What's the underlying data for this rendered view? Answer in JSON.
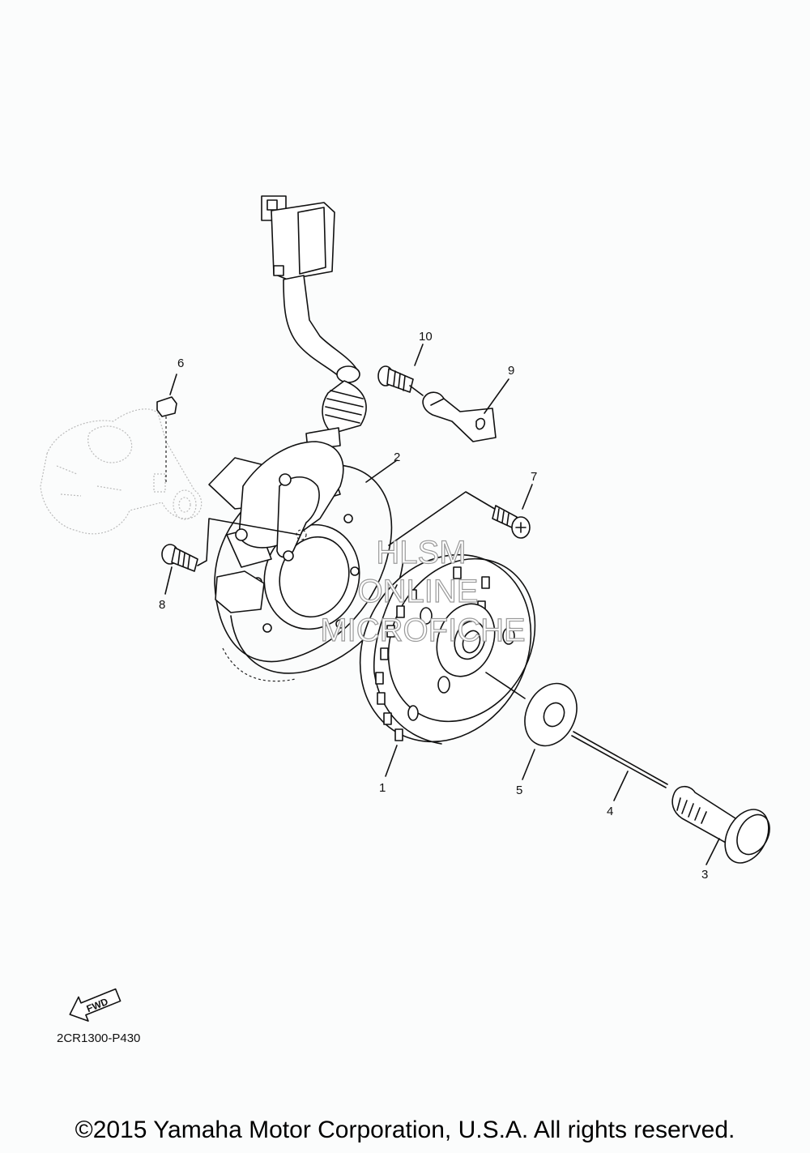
{
  "diagram": {
    "code": "2CR1300-P430",
    "copyright": "©2015 Yamaha Motor Corporation, U.S.A. All rights reserved.",
    "fwd_label": "FWD",
    "watermark": [
      "HLSM",
      "ONLINE",
      "MICROFICHE"
    ],
    "parts": [
      {
        "id": "rotor",
        "number": "1"
      },
      {
        "id": "stator",
        "number": "2"
      },
      {
        "id": "flange-bolt",
        "number": "3"
      },
      {
        "id": "rod",
        "number": "4"
      },
      {
        "id": "washer",
        "number": "5"
      },
      {
        "id": "woodruff-key",
        "number": "6"
      },
      {
        "id": "stator-screw",
        "number": "7"
      },
      {
        "id": "stator-bolt",
        "number": "8"
      },
      {
        "id": "lead-clamp",
        "number": "9"
      },
      {
        "id": "clamp-bolt",
        "number": "10"
      }
    ]
  }
}
